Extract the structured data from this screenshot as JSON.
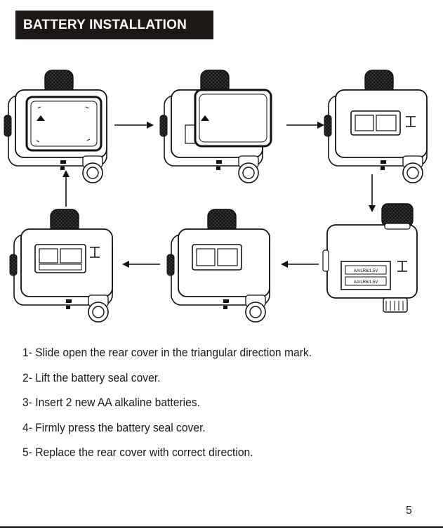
{
  "header": {
    "title": "BATTERY INSTALLATION"
  },
  "diagram": {
    "battery_label_1": "AA/LR6/1.5V",
    "battery_label_2": "AA/LR6/1.5V"
  },
  "steps": [
    "1- Slide open the rear cover in the triangular direction mark.",
    "2- Lift the battery seal cover.",
    "3- Insert 2 new AA alkaline batteries.",
    "4- Firmly press the battery seal cover.",
    "5- Replace the rear cover with correct direction."
  ],
  "footer": {
    "page_number": "5"
  }
}
